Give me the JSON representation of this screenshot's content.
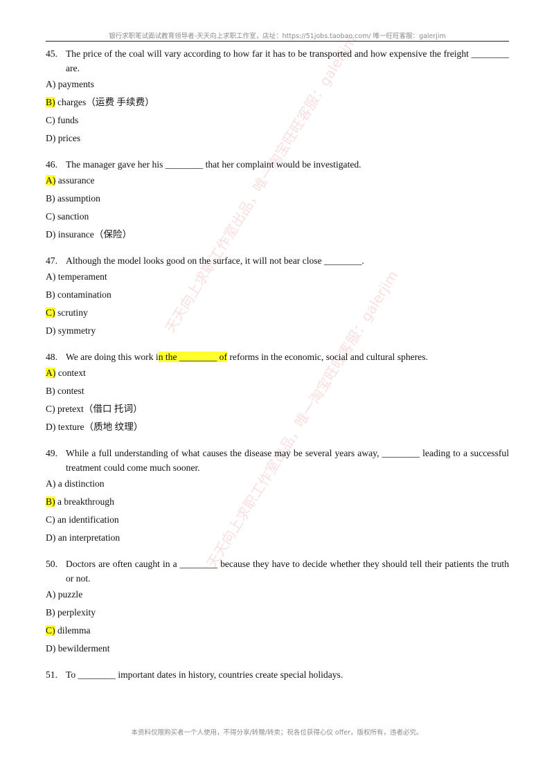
{
  "header": {
    "text": "银行求职笔试面试教育领导者-天天向上求职工作室，店址：https://51jobs.taobao.com/  唯一旺旺客服：galerjim"
  },
  "footer": {
    "text": "本资料仅限购买者一个人使用，不得分享/转赠/转卖；祝各位获得心仪 offer，版权所有，违者必究。"
  },
  "watermark": {
    "text": "天天向上求职工作室出品，唯一淘宝旺旺客服：galerjim"
  },
  "questions": [
    {
      "number": "45.",
      "stem": "The price of the coal will vary according to how far it has to be transported and how expensive the freight ________ are.",
      "options": [
        {
          "letter": "A)",
          "text": " payments"
        },
        {
          "letter": "B)",
          "text": " charges（运费  手续费）"
        },
        {
          "letter": "C)",
          "text": " funds"
        },
        {
          "letter": "D)",
          "text": " prices"
        }
      ]
    },
    {
      "number": "46.",
      "stem": "The manager gave her his ________ that her complaint would be investigated.",
      "options": [
        {
          "letter": "A)",
          "text": " assurance"
        },
        {
          "letter": "B)",
          "text": " assumption"
        },
        {
          "letter": "C)",
          "text": " sanction"
        },
        {
          "letter": "D)",
          "text": " insurance（保险）"
        }
      ]
    },
    {
      "number": "47.",
      "stem": "Although the model looks good on the surface, it will not bear close ________.",
      "options": [
        {
          "letter": "A)",
          "text": " temperament"
        },
        {
          "letter": "B)",
          "text": " contamination"
        },
        {
          "letter": "C)",
          "text": " scrutiny"
        },
        {
          "letter": "D)",
          "text": " symmetry"
        }
      ]
    },
    {
      "number": "48.",
      "stem_before": "We are doing this work i",
      "stem_highlight": "n the ________ of",
      "stem_after": " reforms in the economic, social and cultural spheres.",
      "options": [
        {
          "letter": "A)",
          "text": " context"
        },
        {
          "letter": "B)",
          "text": " contest"
        },
        {
          "letter": "C)",
          "text": " pretext（借口  托词）"
        },
        {
          "letter": "D)",
          "text": " texture（质地  纹理）"
        }
      ]
    },
    {
      "number": "49.",
      "stem": "While a full understanding of what causes the disease may be several years away, ________ leading to a successful treatment could come much sooner.",
      "options": [
        {
          "letter": "A)",
          "text": " a distinction"
        },
        {
          "letter": "B)",
          "text": " a breakthrough"
        },
        {
          "letter": "C)",
          "text": " an identification"
        },
        {
          "letter": "D)",
          "text": " an interpretation"
        }
      ]
    },
    {
      "number": "50.",
      "stem": "Doctors are often caught in a ________ because they have to decide whether they should tell their patients the truth or not.",
      "options": [
        {
          "letter": "A)",
          "text": " puzzle"
        },
        {
          "letter": "B)",
          "text": " perplexity"
        },
        {
          "letter": "C)",
          "text": " dilemma"
        },
        {
          "letter": "D)",
          "text": " bewilderment"
        }
      ]
    },
    {
      "number": "51.",
      "stem": "To ________ important dates in history, countries create special holidays."
    }
  ]
}
